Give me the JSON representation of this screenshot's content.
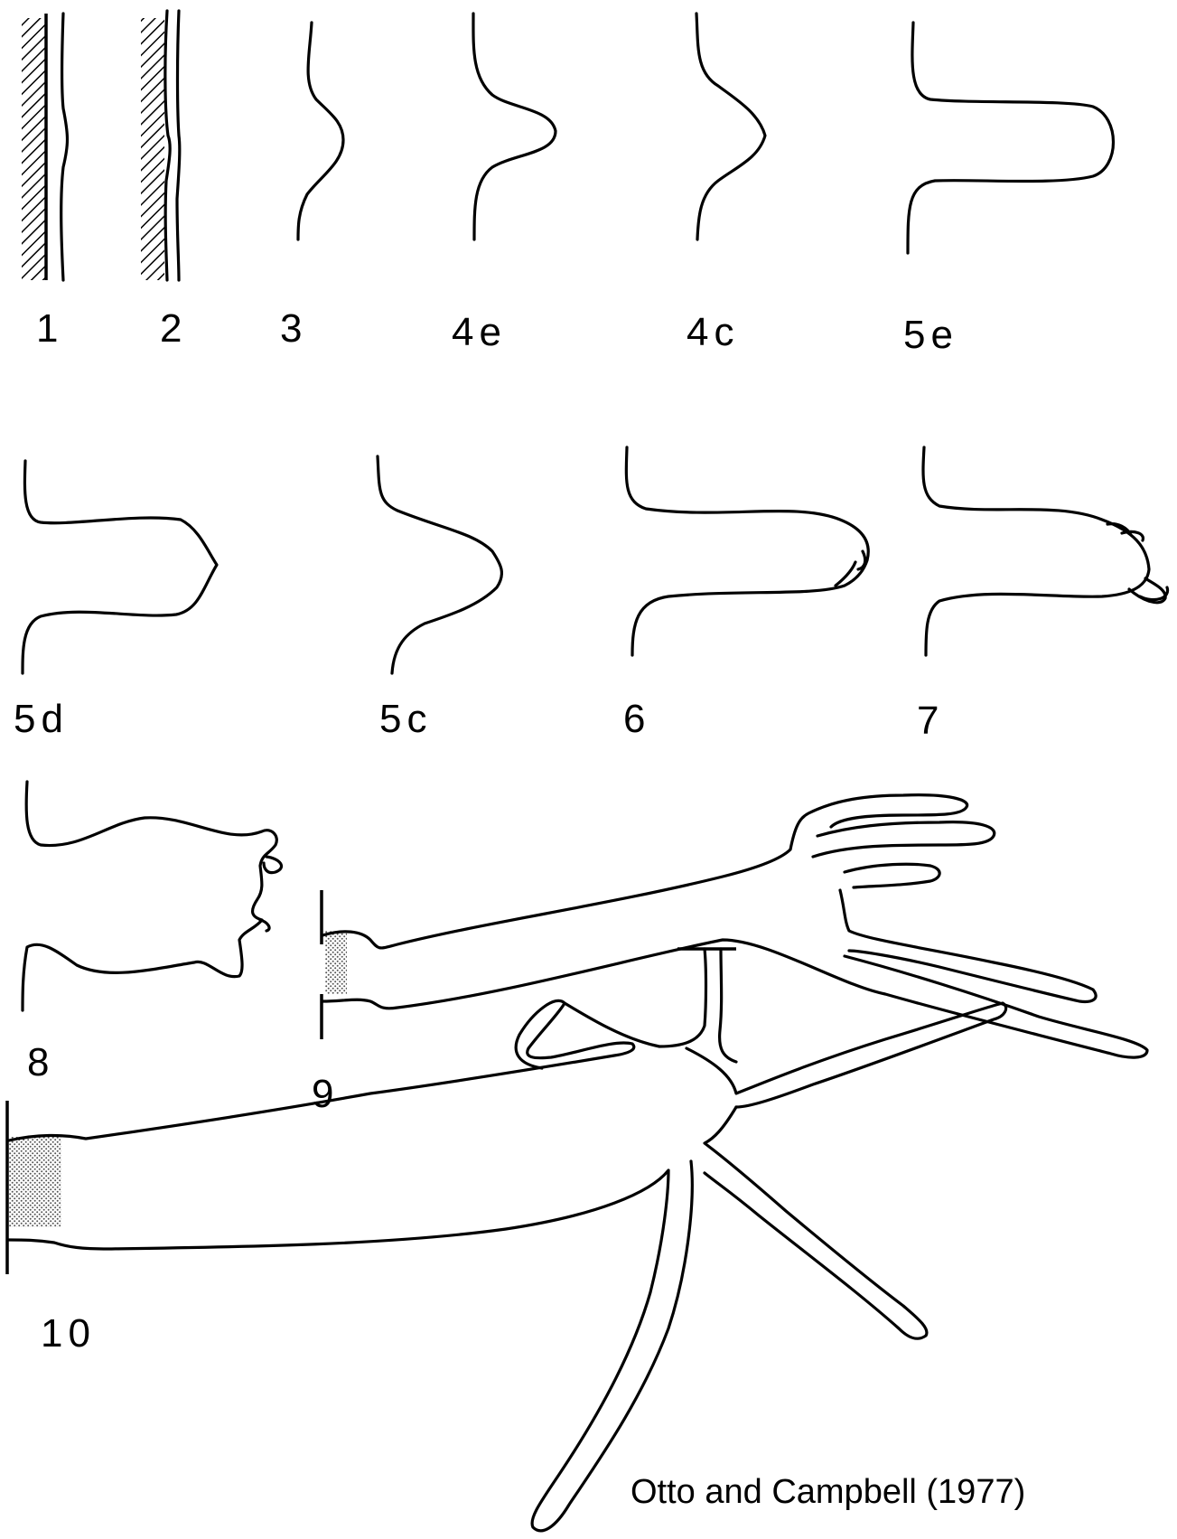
{
  "stages": [
    {
      "id": "1",
      "label": "1"
    },
    {
      "id": "2",
      "label": "2"
    },
    {
      "id": "3",
      "label": "3"
    },
    {
      "id": "4e",
      "label": "4e"
    },
    {
      "id": "4c",
      "label": "4c"
    },
    {
      "id": "5e",
      "label": "5e"
    },
    {
      "id": "5d",
      "label": "5d"
    },
    {
      "id": "5c",
      "label": "5c"
    },
    {
      "id": "6",
      "label": "6"
    },
    {
      "id": "7",
      "label": "7"
    },
    {
      "id": "8",
      "label": "8"
    },
    {
      "id": "9",
      "label": "9"
    },
    {
      "id": "10",
      "label": "10"
    }
  ],
  "citation": "Otto and Campbell (1977)"
}
